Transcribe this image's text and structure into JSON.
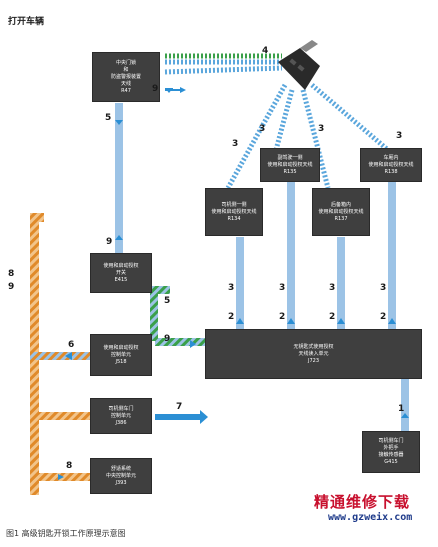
{
  "title": "打开车辆",
  "boxes": {
    "j393_box": [
      "中央门锁",
      "和",
      "防盗警报装置",
      "天线",
      "R47"
    ],
    "r134": [
      "司机侧一侧",
      "使用和启动授权天线",
      "R134"
    ],
    "r135": [
      "副驾驶一侧",
      "使用和启动授权天线",
      "R135"
    ],
    "r137": [
      "后备箱内",
      "使用和启动授权天线",
      "R137"
    ],
    "r138": [
      "车厢内",
      "使用和启动授权天线",
      "R138"
    ],
    "e415": [
      "使用和启动授权",
      "开关",
      "E415"
    ],
    "j518": [
      "使用和启动授权",
      "控制单元",
      "J518"
    ],
    "j723": [
      "无钥匙式使用授权",
      "天线读入单元",
      "J723"
    ],
    "j386": [
      "司机侧车门",
      "控制单元",
      "J386"
    ],
    "j393": [
      "舒适系统",
      "中央控制单元",
      "J393"
    ],
    "g415": [
      "司机侧车门",
      "外把手",
      "接触传感器",
      "G415"
    ]
  },
  "numbers": {
    "n4": "4",
    "n9a": "9",
    "n5": "5",
    "n3a": "3",
    "n3b": "3",
    "n3c": "3",
    "n3d": "3",
    "n9b": "9",
    "n8": "8",
    "n9c": "9",
    "n5b": "5",
    "n9d": "9",
    "n3e": "3",
    "n3f": "3",
    "n3g": "3",
    "n3h": "3",
    "n2a": "2",
    "n2b": "2",
    "n2c": "2",
    "n2d": "2",
    "n6": "6",
    "n7": "7",
    "n8b": "8",
    "n1": "1"
  },
  "caption": "图1  高级钥匙开锁工作原理示意图",
  "watermark": {
    "cn": "精通维修下载",
    "url": "www.gzweix.com"
  },
  "colors": {
    "box": "#3f3f3f",
    "blue": "#9cc3e6",
    "dashblue": "#5aa6dc",
    "green": "#3aa04a",
    "orange": "#e08a2a",
    "arrow": "#2b8fd4"
  }
}
